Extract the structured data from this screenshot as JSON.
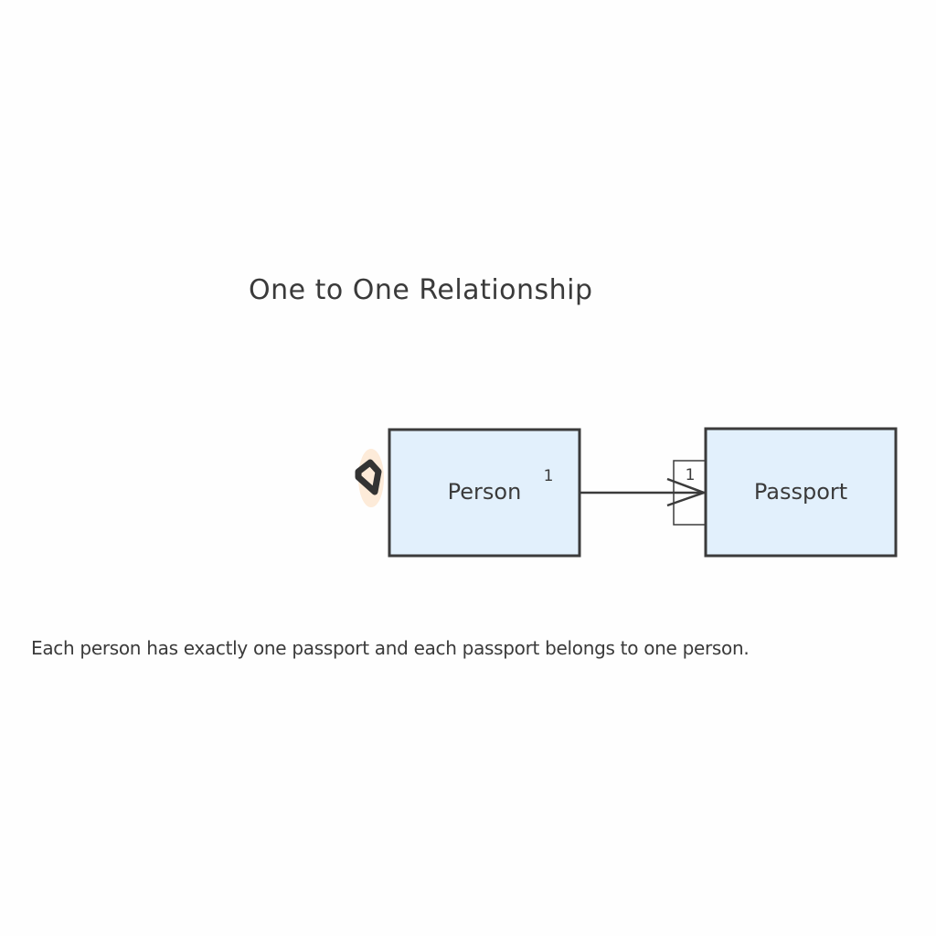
{
  "title": "One to One Relationship",
  "caption": "Each person has exactly one passport and each passport belongs to one person.",
  "entities": [
    {
      "name": "Person",
      "cardinality": "1",
      "fill": "#e2f0fc",
      "stroke": "#3b3b3b"
    },
    {
      "name": "Passport",
      "cardinality": "1",
      "fill": "#e2f0fc",
      "stroke": "#3b3b3b"
    }
  ],
  "relationship": {
    "from": "Person",
    "to": "Passport",
    "type": "one-to-one",
    "arrow": "open-arrow"
  },
  "colors": {
    "background": "#fefefe",
    "entity_fill": "#e2f0fc",
    "stroke": "#3b3b3b",
    "handle_highlight": "#fde6cf"
  }
}
